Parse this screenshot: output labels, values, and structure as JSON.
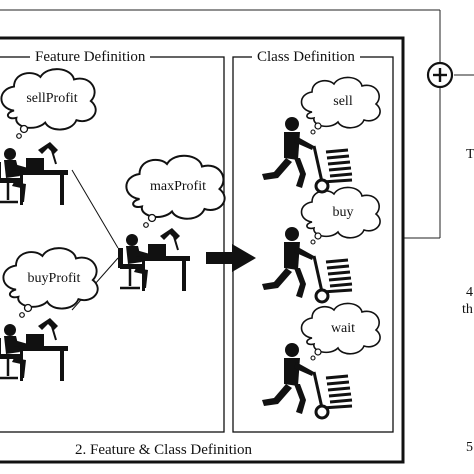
{
  "panels": {
    "feature": {
      "title": "Feature Definition"
    },
    "class": {
      "title": "Class Definition"
    },
    "caption": "2. Feature & Class Definition"
  },
  "thoughts": {
    "sell_profit": "sellProfit",
    "buy_profit": "buyProfit",
    "max_profit": "maxProfit",
    "sell": "sell",
    "buy": "buy",
    "wait": "wait"
  },
  "edge_fragments": {
    "a": "T",
    "b": "4",
    "c": "th",
    "d": "5"
  },
  "icons": [
    "plus-circle-icon",
    "trader-at-desk-icon",
    "worker-pushing-cart-icon",
    "thought-cloud-icon",
    "right-arrow-icon"
  ],
  "colors": {
    "ink": "#111111",
    "background": "#ffffff"
  }
}
